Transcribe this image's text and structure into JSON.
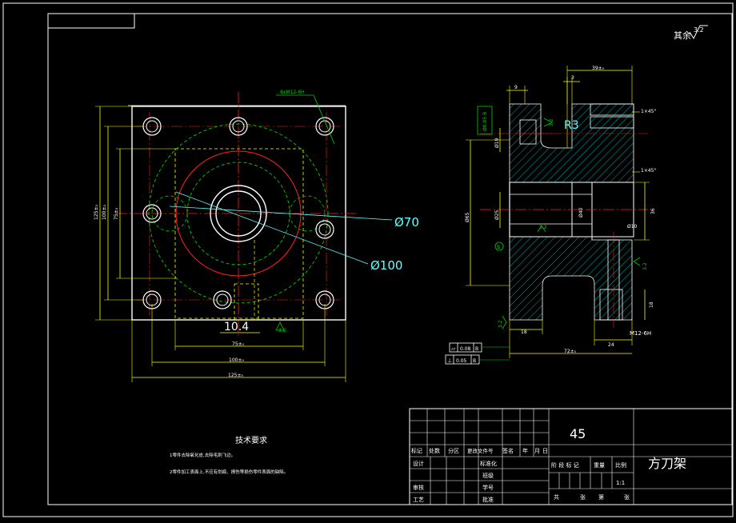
{
  "drawing": {
    "surface_finish": {
      "prefix": "其余",
      "value": "3.2"
    },
    "front_view": {
      "thread_callout": "8xM12-6H",
      "dims": {
        "w125": "125±₀",
        "w100": "100±₀",
        "w75": "75±₀",
        "h125": "125±₀",
        "h100": "100±₀",
        "h75": "75±₀",
        "d70": "Ø70",
        "d100": "Ø100",
        "bot104": "10.4",
        "rough": "3.2"
      }
    },
    "section_view": {
      "dims": {
        "top39": "39±₀",
        "top9": "9",
        "top3": "3",
        "r3": "R3",
        "chamfer1": "1×45°",
        "chamfer2": "1×45°",
        "tol_box": "Ø0.05 B",
        "dia_a": "Ø19",
        "dia_b": "Ø65",
        "dia_c": "Ø25",
        "dia_d": "Ø40",
        "dia_e": "Ø10",
        "h36": "36",
        "r32a": "3.2",
        "r32b": "3.2",
        "r32c": "3.2",
        "r32d": "3.2",
        "b18": "18",
        "b18r": "18",
        "b24": "24",
        "b72": "72±₀",
        "m12": "M12-6H",
        "datum": "B"
      },
      "gdt": [
        {
          "symbol": "▱",
          "value": "0.08",
          "datum": "B"
        },
        {
          "symbol": "⊥",
          "value": "0.05",
          "datum": "B"
        }
      ]
    },
    "tech_req": {
      "title": "技术要求",
      "lines": [
        "1零件去除氧化皮,去除毛刺飞边。",
        "2零件加工表面上,不应有划痕、擦伤等损伤零件表面的缺陷。"
      ]
    },
    "title_block": {
      "material": "45",
      "part_name": "方刀架",
      "headers": [
        "标记",
        "处数",
        "分区",
        "更改文件号",
        "签名",
        "年",
        "月",
        "日"
      ],
      "rows": [
        "设计",
        "审核",
        "工艺"
      ],
      "mid_labels": [
        "标准化",
        "班级",
        "学号",
        "批准"
      ],
      "stage_labels": [
        "阶 段 标 记",
        "重量",
        "比例"
      ],
      "scale": "1:1",
      "sheet": [
        "共",
        "张",
        "第",
        "张"
      ]
    }
  }
}
